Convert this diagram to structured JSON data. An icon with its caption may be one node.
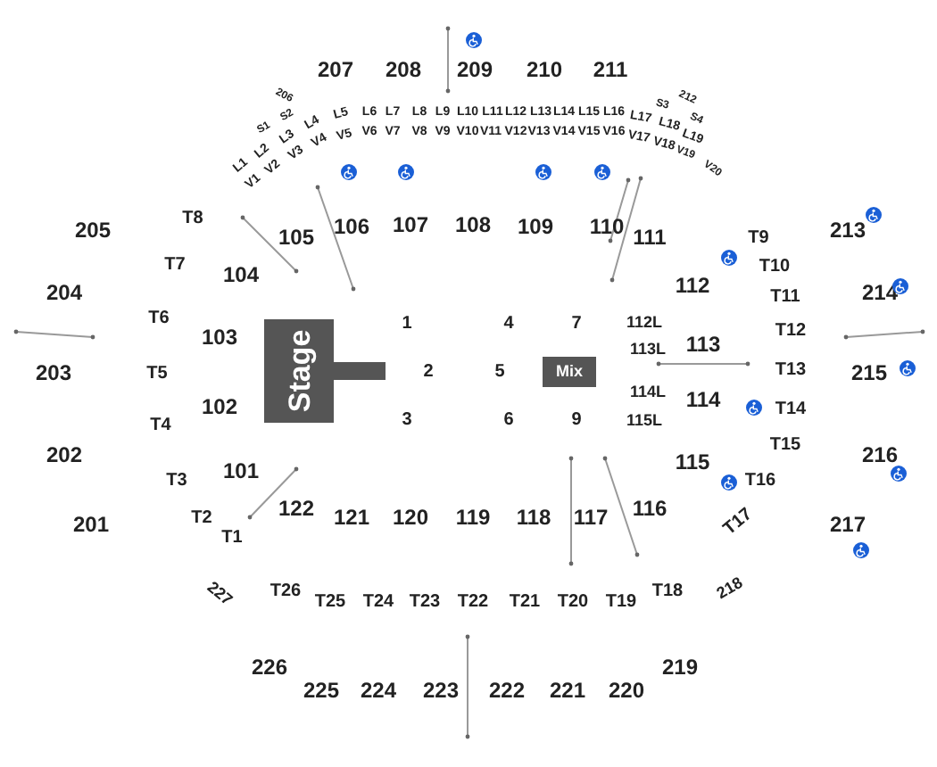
{
  "diagram": {
    "nodes": [
      {
        "text": [
          "Stage"
        ]
      },
      {
        "text": [
          "Mix"
        ]
      }
    ],
    "labels": [
      "207",
      "208",
      "209",
      "210",
      "211",
      "206",
      "S1",
      "S2",
      "S3",
      "212",
      "S4",
      "L1",
      "L2",
      "L3",
      "L4",
      "L5",
      "L6",
      "L7",
      "L8",
      "L9",
      "L10",
      "L11",
      "L12",
      "L13",
      "L14",
      "L15",
      "L16",
      "L17",
      "L18",
      "L19",
      "V1",
      "V2",
      "V3",
      "V4",
      "V5",
      "V6",
      "V7",
      "V8",
      "V9",
      "V10",
      "V11",
      "V12",
      "V13",
      "V14",
      "V15",
      "V16",
      "V17",
      "V18",
      "V19",
      "V20",
      "205",
      "T8",
      "105",
      "106",
      "107",
      "108",
      "109",
      "110",
      "111",
      "T9",
      "213",
      "T7",
      "104",
      "204",
      "112",
      "T10",
      "T11",
      "214",
      "T6",
      "103",
      "1",
      "4",
      "7",
      "112L",
      "113L",
      "113",
      "T12",
      "203",
      "T5",
      "2",
      "5",
      "T13",
      "215",
      "102",
      "3",
      "6",
      "9",
      "114L",
      "114",
      "T14",
      "T4",
      "115L",
      "202",
      "T15",
      "216",
      "T3",
      "101",
      "115",
      "T16",
      "T2",
      "T1",
      "201",
      "122",
      "121",
      "120",
      "119",
      "118",
      "117",
      "116",
      "T17",
      "217",
      "227",
      "T26",
      "T25",
      "T24",
      "T23",
      "T22",
      "T21",
      "T20",
      "T19",
      "T18",
      "218",
      "226",
      "225",
      "224",
      "223",
      "222",
      "221",
      "220",
      "219"
    ]
  }
}
